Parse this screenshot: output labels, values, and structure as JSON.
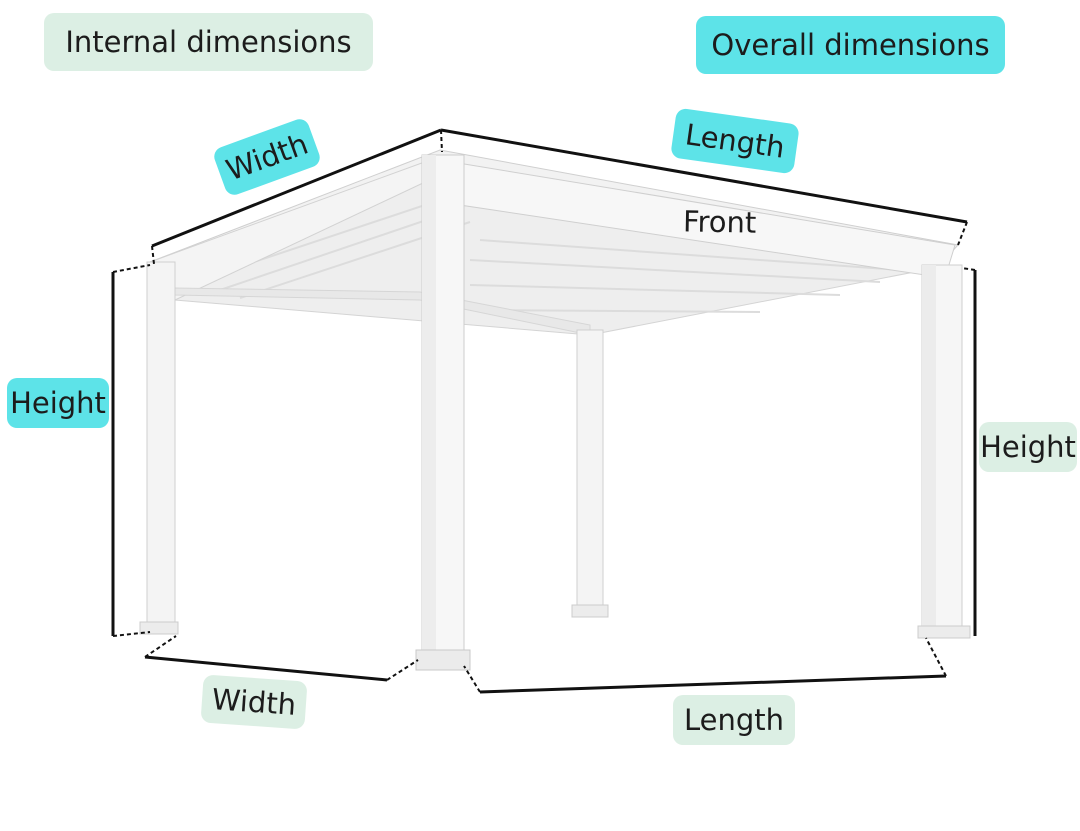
{
  "legend": {
    "internal": "Internal dimensions",
    "overall": "Overall dimensions"
  },
  "colors": {
    "internal": "#dcefe4",
    "overall": "#5de3e8",
    "frame": "#f6f6f6",
    "frame_edge": "#d0d0d0",
    "dim_line": "#111111"
  },
  "labels": {
    "top_width": "Width",
    "top_length": "Length",
    "front": "Front",
    "left_height": "Height",
    "right_height": "Height",
    "bottom_width": "Width",
    "bottom_length": "Length"
  }
}
